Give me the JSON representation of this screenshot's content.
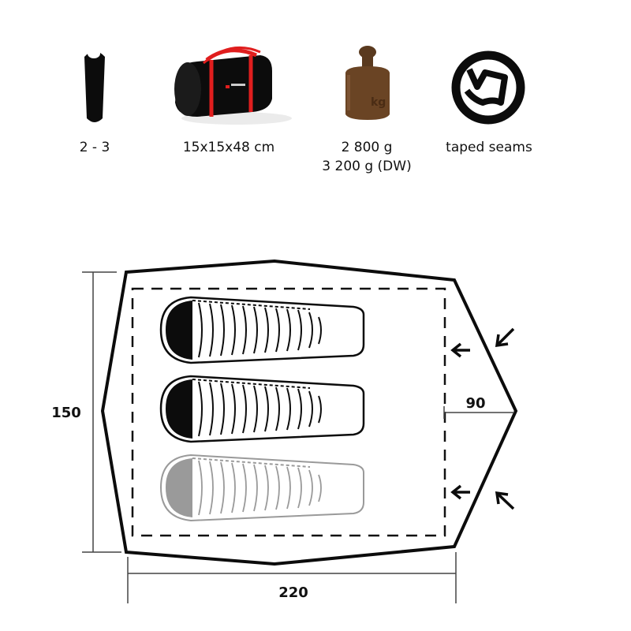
{
  "specs": [
    {
      "icon": "sleeping-bag-icon",
      "label": "2 - 3"
    },
    {
      "icon": "duffel-bag-icon",
      "label": "15x15x48 cm"
    },
    {
      "icon": "weight-icon",
      "label": "2 800 g",
      "label2": "3 200 g (DW)"
    },
    {
      "icon": "taped-seams-icon",
      "label": "taped seams"
    }
  ],
  "floorplan": {
    "width_label": "220",
    "length_label": "150",
    "vestibule_label": "90",
    "sleeping_bags": 3
  },
  "colors": {
    "bag_red": "#e01e1e",
    "bag_black": "#0c0c0c",
    "weight_brown": "#6a4424",
    "ghost_gray": "#9a9a9a"
  }
}
